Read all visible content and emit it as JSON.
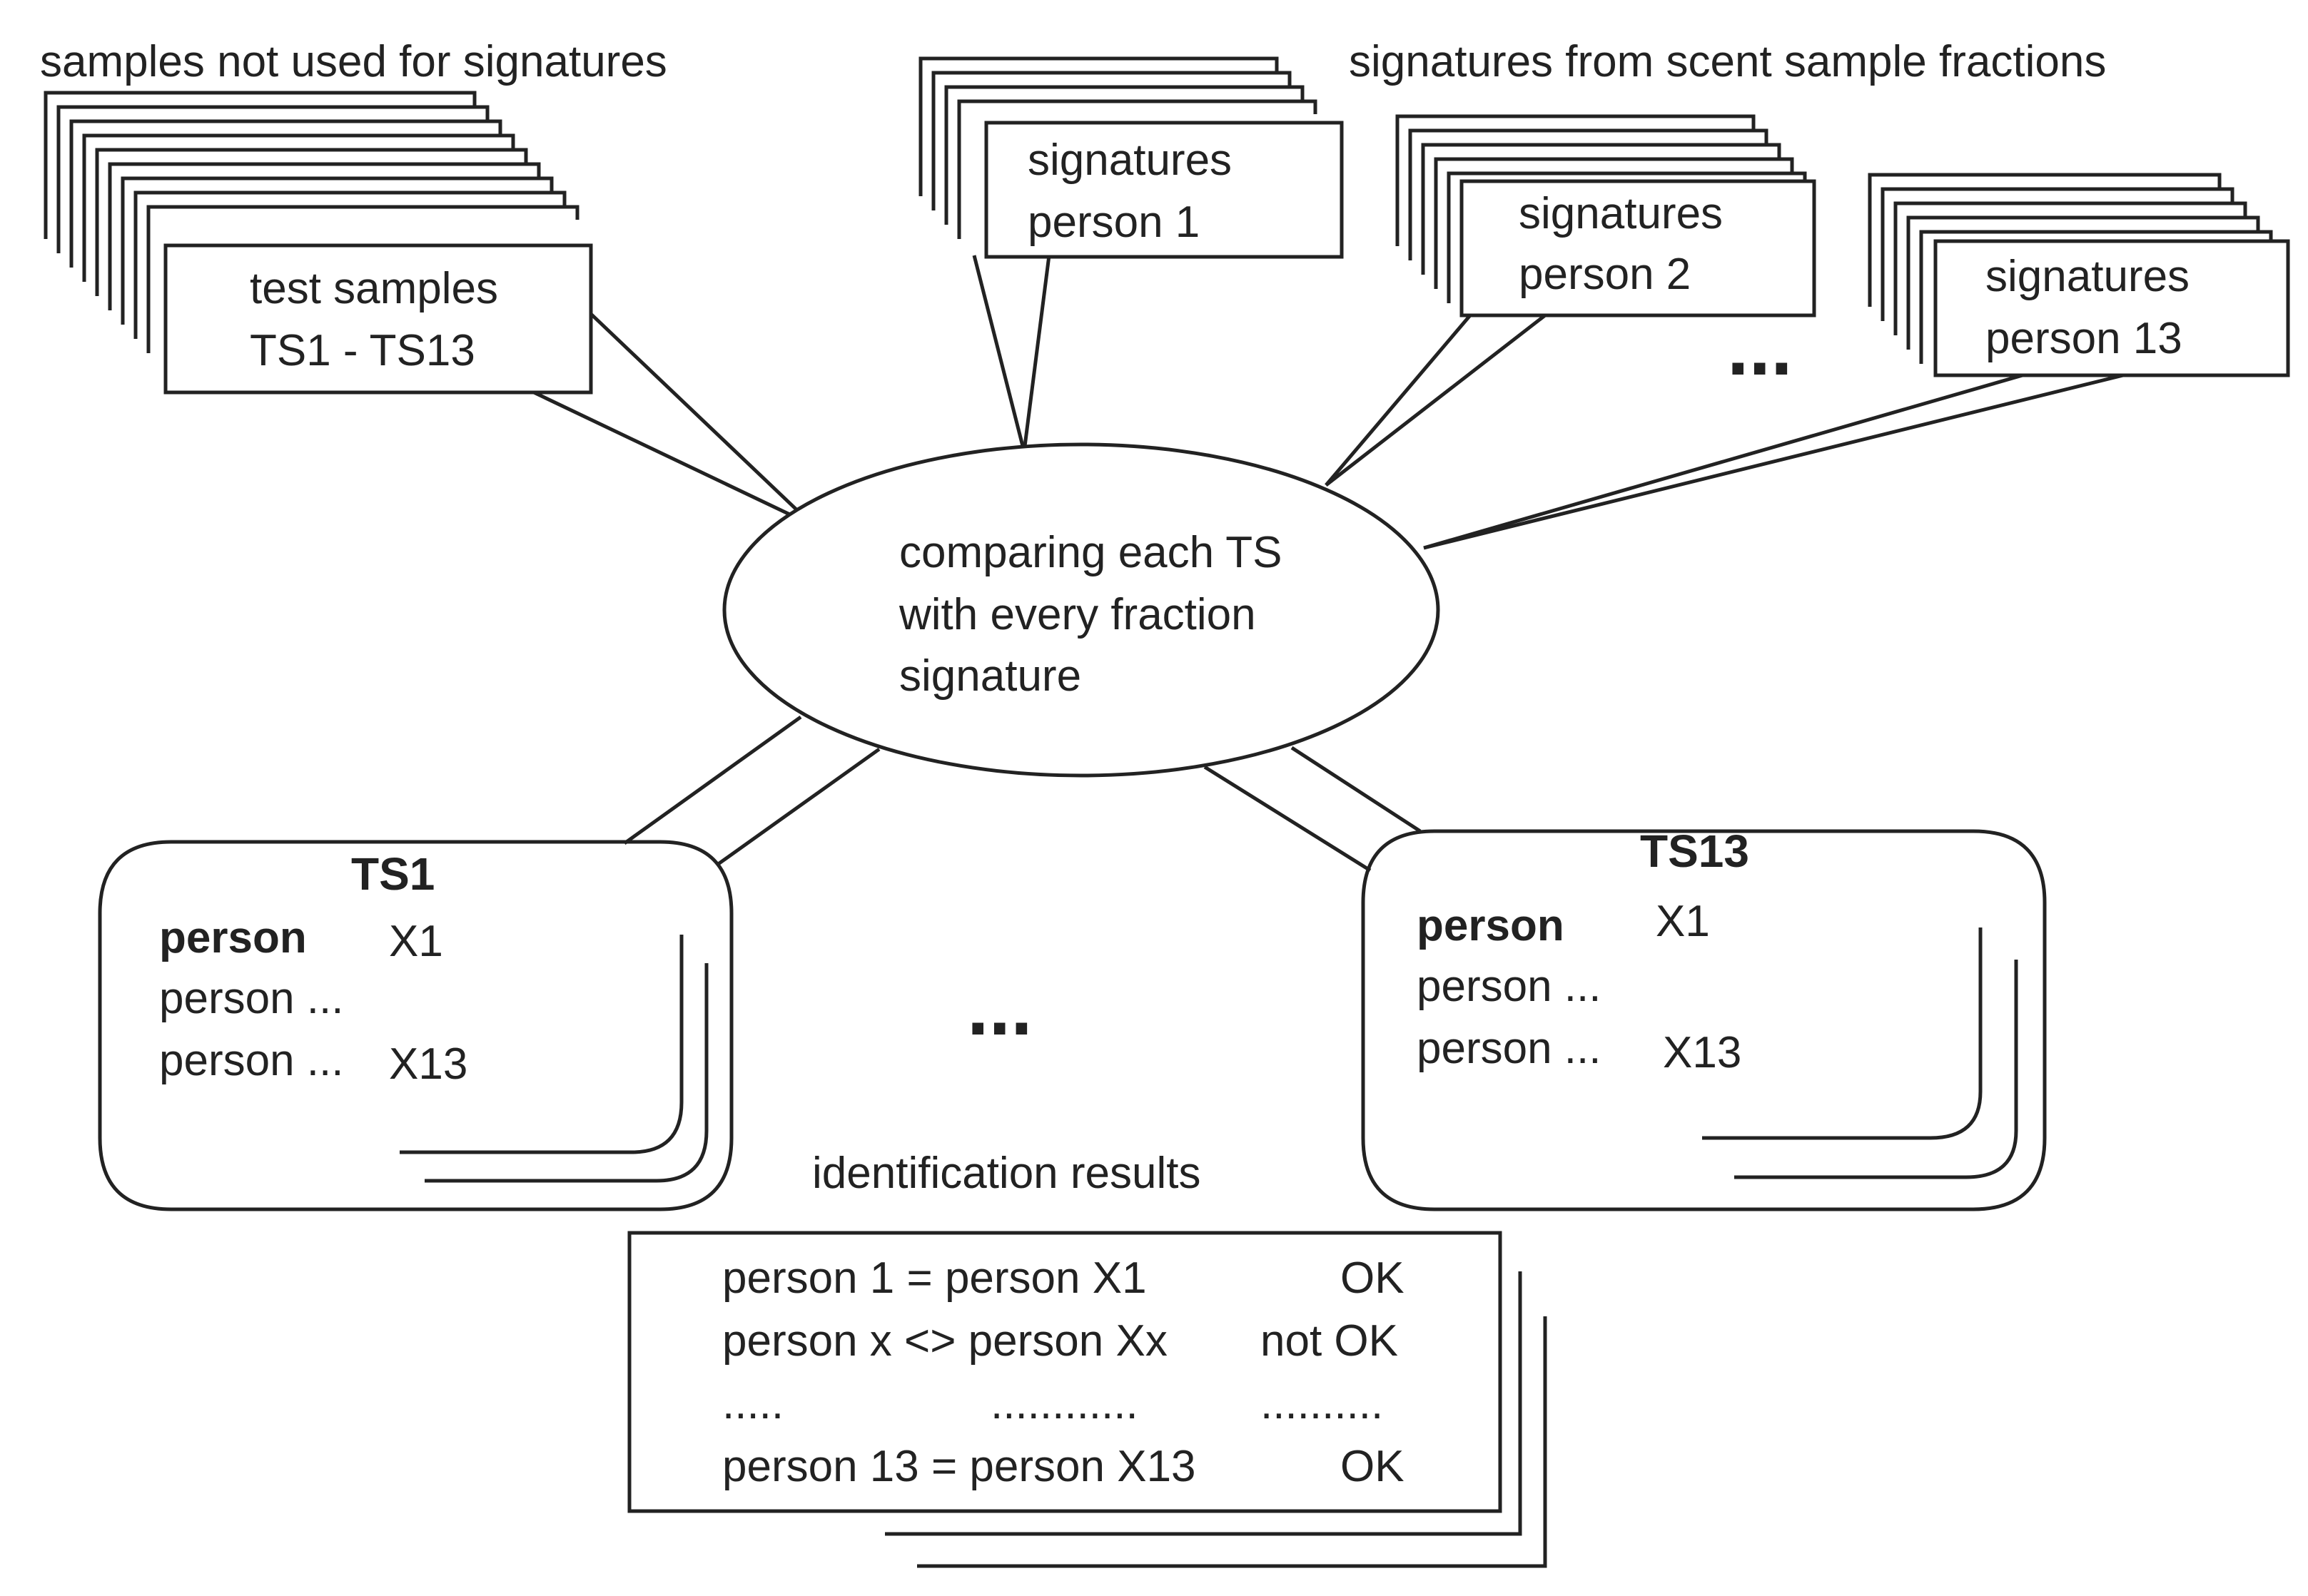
{
  "captions": {
    "unused_samples": "samples not used for signatures",
    "fraction_signatures": "signatures from scent sample fractions",
    "identification_results": "identification results"
  },
  "test_samples": {
    "line1": "test samples",
    "line2": "TS1 - TS13"
  },
  "signature_stacks": [
    {
      "line1": "signatures",
      "line2": "person 1"
    },
    {
      "line1": "signatures",
      "line2": "person 2"
    },
    {
      "line1": "signatures",
      "line2": "person 13"
    }
  ],
  "ellipsis": "...",
  "comparison": {
    "line1": "comparing each TS",
    "line2": "with every fraction",
    "line3": "signature"
  },
  "result_cards": [
    {
      "title": "TS1",
      "row1_person": "person",
      "row1_value": "X1",
      "row2_person": "person ...",
      "row3_person": "person ...",
      "row3_value": "X13"
    },
    {
      "title": "TS13",
      "row1_person": "person",
      "row1_value": "X1",
      "row2_person": "person ...",
      "row3_person": "person ...",
      "row3_value": "X13"
    }
  ],
  "results_table": [
    {
      "match": "person 1 = person X1",
      "status": "OK"
    },
    {
      "match": "person x <> person Xx",
      "status": "not OK"
    },
    {
      "match": ".....",
      "mid": "............",
      "status": ".........."
    },
    {
      "match": "person 13 = person X13",
      "status": "OK"
    }
  ],
  "colors": {
    "stroke": "#222222",
    "background": "#ffffff",
    "text": "#222222"
  }
}
